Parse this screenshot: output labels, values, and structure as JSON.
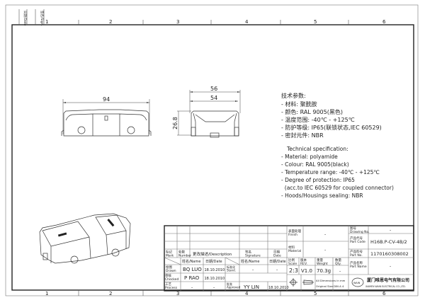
{
  "sheet": {
    "zone_numbers": [
      "1",
      "2",
      "3",
      "4",
      "5",
      "6"
    ],
    "revision_strip": {
      "col1": "日期/Date",
      "col2": "签名/Sign."
    }
  },
  "dimensions": {
    "length": "94",
    "outer_width": "56",
    "inner_width": "54",
    "height": "26.8"
  },
  "spec_cn": {
    "title": "技术参数:",
    "lines": [
      "- 材料: 聚酰胺",
      "- 颜色: RAL 9005(黑色)",
      "- 温度范围: -40℃ - +125℃",
      "- 防护等级: IP65(联锁状态,IEC 60529)",
      "- 密封元件: NBR"
    ]
  },
  "spec_en": {
    "title": "Technical specification:",
    "lines": [
      "- Material: polyamide",
      "- Colour: RAL 9005(black)",
      "- Temperature range: -40℃ - +125℃",
      "- Degree of protection: IP65",
      "  (acc.to IEC 60529 for coupled connector)",
      "- Hoods/Housings sealing: NBR"
    ]
  },
  "title_block": {
    "mark": "标记 Mark",
    "number": "处数 Number",
    "description": "更改描述/Description",
    "signature": "签名 Signature",
    "date": "日期 Date",
    "name_hdr": "姓名/Name",
    "date_hdr": "日期/Date",
    "name_hdr2": "姓名/Name",
    "date_hdr2": "日期/Date",
    "drawn_label": "绘图 Drawn",
    "drawn_name": "BQ LUO",
    "drawn_date": "18.10.2010",
    "stand_label": "标准化 Stand.",
    "stand_name": "-",
    "stand_date": "-",
    "checked_label": "审核 Checked",
    "checked_name": "P RAO",
    "checked_date": "18.10.2010",
    "process_label": "工艺 Process",
    "process_name": "-",
    "process_date": "-",
    "approved_label": "批准 Approved",
    "approved_name": "YY LIN",
    "approved_date": "18.10.2010",
    "finish_label": "表面处理 Finish",
    "finish_value": "-",
    "material_label": "材料 Material",
    "material_value": "-",
    "scale_label": "比例 Scale",
    "rev_label": "版本 REV.",
    "weight_label": "重量 Weight",
    "qty_label": "数量 Qty.",
    "scale_value": "2:3",
    "rev_value": "V1.0",
    "weight_value": "70.3g",
    "qty_value": "-",
    "dims_note_1": "All Dimensions in mm",
    "dims_note_2": "Original Size DIN A 4",
    "drawing_no_label": "图号 Drawing No.",
    "drawing_no_value": "-",
    "part_code_label": "产品代号 Part Code",
    "part_code_value": "H16B.P-CV-4B/2",
    "part_no_label": "产品料号 Part No.",
    "part_no_value": "1170160308002",
    "part_name_label": "产品名称 Part Name",
    "part_name_value": "-",
    "company_cn": "厦门唯恩电气有限公司",
    "company_en": "XIAMEN WAIN ELECTRICAL CO.,LTD.",
    "logo_text": "WAIN"
  }
}
